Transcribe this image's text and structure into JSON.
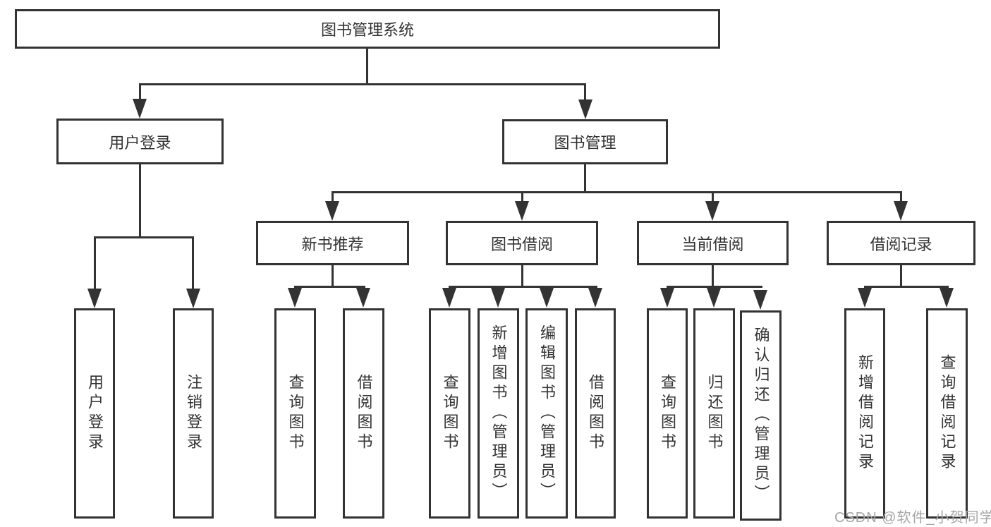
{
  "colors": {
    "line": "#333333",
    "text": "#333333",
    "box-bg": "#ffffff",
    "watermark": "#a6a6a6"
  },
  "root": {
    "label": "图书管理系统"
  },
  "branches": [
    {
      "label": "用户登录",
      "children": [
        {
          "label": "用户登录"
        },
        {
          "label": "注销登录"
        }
      ]
    },
    {
      "label": "图书管理",
      "children": [
        {
          "label": "新书推荐",
          "children": [
            {
              "label": "查询图书"
            },
            {
              "label": "借阅图书"
            }
          ]
        },
        {
          "label": "图书借阅",
          "children": [
            {
              "label": "查询图书"
            },
            {
              "label": "新增图书（管理员）"
            },
            {
              "label": "编辑图书（管理员）"
            },
            {
              "label": "借阅图书"
            }
          ]
        },
        {
          "label": "当前借阅",
          "children": [
            {
              "label": "查询图书"
            },
            {
              "label": "归还图书"
            },
            {
              "label": "确认归还（管理员）"
            }
          ]
        },
        {
          "label": "借阅记录",
          "children": [
            {
              "label": "新增借阅记录"
            },
            {
              "label": "查询借阅记录"
            }
          ]
        }
      ]
    }
  ],
  "watermark": "CSDN @软件_小贺同学"
}
